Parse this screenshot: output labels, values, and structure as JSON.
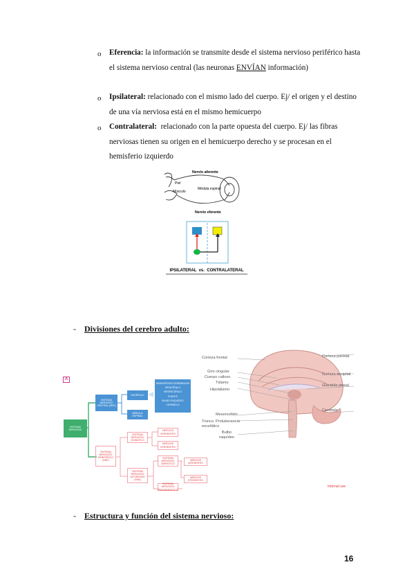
{
  "bullets": [
    {
      "term": "Eferencia:",
      "text_before": " la información se transmite desde el sistema nervioso periférico hasta el sistema nervioso central (las neuronas ",
      "underlined": "ENVÍAN",
      "text_after": " información)"
    },
    {
      "term": "Ipsilateral:",
      "text": " relacionado con el mismo lado del cuerpo. Ej/ el origen y el destino de una vía nerviosa está en el mismo hemicuerpo"
    },
    {
      "term": "Contralateral:",
      "text": "  relacionado con la parte opuesta del cuerpo. Ej/ las fibras nerviosas tienen su origen en el hemicuerpo derecho y se procesan en el hemisferio izquierdo"
    }
  ],
  "bullet_marker": "o",
  "figure1": {
    "labels": {
      "nervio_aferente": "Nervio aferente",
      "piel": "Piel",
      "musculo": "Músculo",
      "medula": "Médula espinal",
      "nervio_eferente": "Nervio eferente"
    },
    "caption": "IPSILATERAL  vs.  CONTRALATERAL",
    "colors": {
      "blue": "#2f8fc8",
      "yellow": "#f2ee00",
      "green": "#19b34a",
      "red": "#e2231a",
      "dashed": "#5bb6e6"
    }
  },
  "section1": {
    "dash": "-",
    "title": "Divisiones del cerebro adulto:"
  },
  "figure2": {
    "tag": "A",
    "sistema_nervioso": "SISTEMA NERVIOSO",
    "snc": "SISTEMA NERVIOSO CENTRAL (SNC)",
    "encefalo": "ENCÉFALO",
    "medula": "MÉDULA ESPINAL",
    "encefalo_parts": [
      "HEMISFERIOS CEREBRALES",
      "DIENCÉFALO",
      "MESENCÉFALO",
      "PUENTE",
      "BULBO RAQUÍDEO",
      "CEREBELO"
    ],
    "snp": "SISTEMA NERVIOSO PERIFÉRICO (SNP)",
    "somatico": "SISTEMA NERVIOSO SOMÁTICO",
    "autonomo": "SISTEMA NERVIOSO AUTÓNOMO (SNA)",
    "simpatico": "SISTEMA NERVIOSO SIMPÁTICO",
    "parasimpatico": "SISTEMA NERVIOSO PARASIMPÁTICO",
    "aferentes": "NERVIOS AFERENTES",
    "eferentes": "NERVIOS EFERENTES",
    "brain_labels_left": [
      "Corteza frontal",
      "Giro cingular",
      "Cuerpo calloso",
      "Tálamo",
      "Hipotálamo",
      "Mesencéfalo",
      "Tronco encefálico",
      "Protuberancia",
      "Bulbo raquídeo"
    ],
    "brain_labels_right": [
      "Corteza parietal",
      "Corteza occipital",
      "Glándula pineal",
      "Cerebelo"
    ],
    "internal": "Internal use",
    "colors": {
      "green": "#3fae6e",
      "blue": "#4a93d4",
      "pink_border": "#f2a2a8",
      "red_text": "#e03a3e"
    }
  },
  "section2": {
    "dash": "-",
    "title": "Estructura y función del sistema nervioso:"
  },
  "page_number": "16"
}
